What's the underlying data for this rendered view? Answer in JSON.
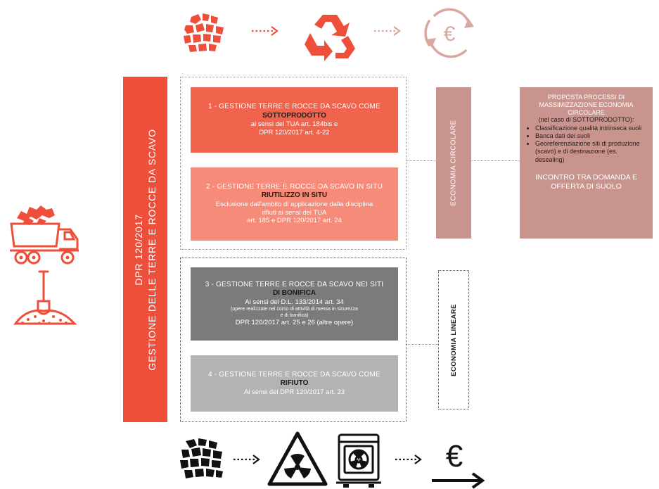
{
  "vertical_title": {
    "line1": "DPR 120/2017",
    "line2": "GESTIONE DELLE TERRE E ROCCE DA SCAVO"
  },
  "boxes": [
    {
      "title": "1 - GESTIONE TERRE E ROCCE DA SCAVO COME",
      "keyword": "SOTTOPRODOTTO",
      "lines": [
        "ai sensi del  TUA art. 184bis e",
        "DPR 120/2017 art. 4-22"
      ],
      "note": [],
      "tail": []
    },
    {
      "title": "2 - GESTIONE TERRE E ROCCE DA SCAVO IN SITU",
      "keyword": "RIUTILIZZO IN SITU",
      "lines": [
        "Esclusione dall'ambito di applicazione dalla disciplina",
        "rifiuti ai sensi del TUA",
        "art. 185 e DPR 120/2017 art. 24"
      ],
      "note": [],
      "tail": []
    },
    {
      "title": "3 - GESTIONE TERRE E ROCCE DA SCAVO NEI SITI",
      "keyword": "DI BONIFICA",
      "lines": [
        "Ai sensi del D.L. 133/2014 art. 34"
      ],
      "note": [
        "(opere realizzate nel corso di attività di messa in sicurezza",
        "e di bonifica)"
      ],
      "tail": [
        "DPR 120/2017 art. 25 e 26 (altre opere)"
      ]
    },
    {
      "title": "4 - GESTIONE TERRE E ROCCE DA SCAVO COME",
      "keyword": "RIFIUTO",
      "lines": [
        "Ai sensi del DPR 120/2017 art. 23"
      ],
      "note": [],
      "tail": []
    }
  ],
  "economia_circolare": "ECONOMIA CIRCOLARE",
  "economia_lineare": "ECONOMIA LINEARE",
  "side_panel": {
    "heading": [
      "PROPOSTA PROCESSI DI",
      "MASSIMIZZAZIONE ECONOMIA",
      "CIRCOLARE"
    ],
    "subheading": "(nel caso di SOTTOPRODOTTO):",
    "bullets": [
      "Classificazione qualità intrinseca suoli",
      "Banca dati dei suoli",
      "Georeferenziazione siti di produzione (scavo) e di destinazione (es. desealing)"
    ],
    "bottom": [
      "INCONTRO TRA DOMANDA E",
      "OFFERTA DI SUOLO"
    ]
  },
  "icons": {
    "top": [
      "soil-pieces-icon",
      "recycle-icon",
      "euro-cycle-icon"
    ],
    "bottom": [
      "rubble-pieces-icon",
      "radioactive-hazard-icon",
      "waste-bin-icon",
      "euro-arrow-icon"
    ],
    "left": [
      "dump-truck-icon",
      "shovel-soil-icon"
    ]
  },
  "colors": {
    "accent": "#ee4f3b",
    "box1": "#f0634d",
    "box2": "#f58b78",
    "box3": "#7b7b7b",
    "box4": "#b3b3b3",
    "side": "#c9948d",
    "euro_cycle": "#d8a79f"
  }
}
